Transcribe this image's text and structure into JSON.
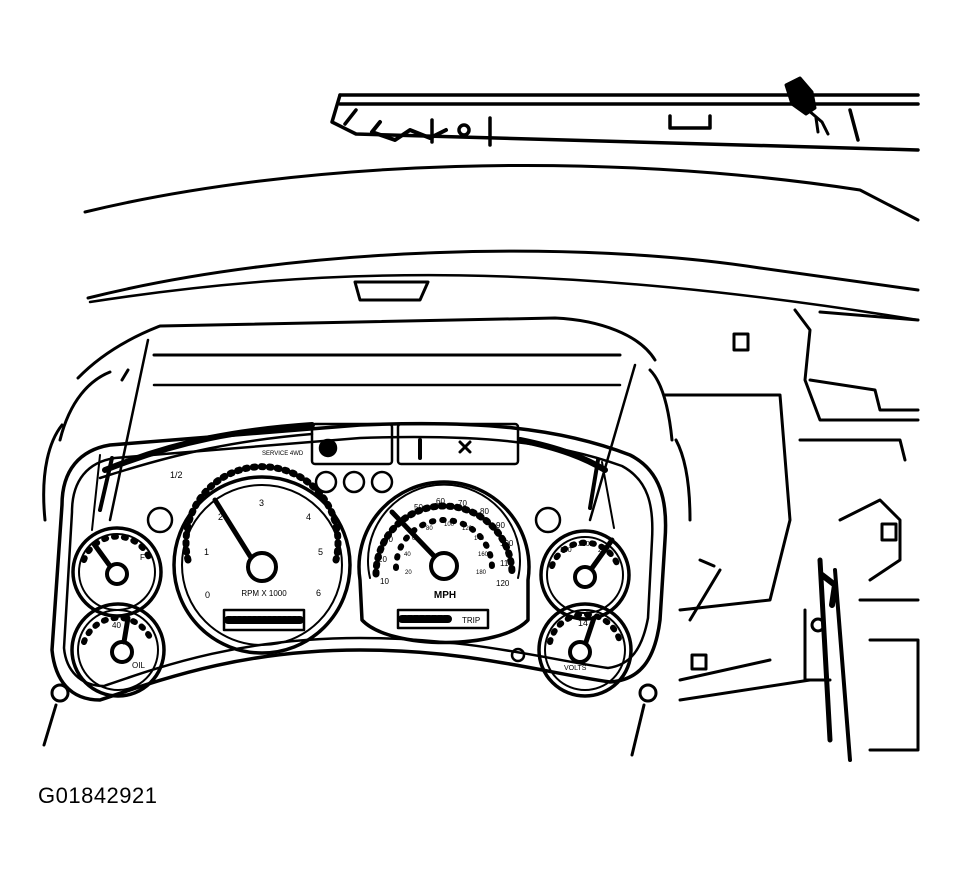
{
  "figure": {
    "id": "G01842921"
  },
  "tachometer": {
    "scale_label": "RPM X 1000",
    "ticks": [
      "0",
      "1",
      "2",
      "3",
      "4",
      "5",
      "6"
    ]
  },
  "speedometer": {
    "scale_label": "MPH",
    "odometer_label": "TRIP",
    "ticks": [
      "10",
      "20",
      "30",
      "40",
      "50",
      "60",
      "70",
      "80",
      "90",
      "100",
      "110",
      "120"
    ],
    "km_ticks": [
      "20",
      "40",
      "60",
      "80",
      "100",
      "120",
      "140",
      "160",
      "180"
    ]
  },
  "fuel_gauge": {
    "ticks": [
      "1/2",
      "F"
    ]
  },
  "temp_gauge": {
    "ticks": [
      "160",
      "210",
      "260"
    ]
  },
  "oil_gauge": {
    "label": "OIL",
    "ticks": [
      "40"
    ]
  },
  "volt_gauge": {
    "label": "VOLTS",
    "ticks": [
      "14"
    ]
  },
  "warning_panel": {
    "label": "SERVICE 4WD"
  },
  "colors": {
    "ink": "#000000",
    "paper": "#ffffff"
  }
}
